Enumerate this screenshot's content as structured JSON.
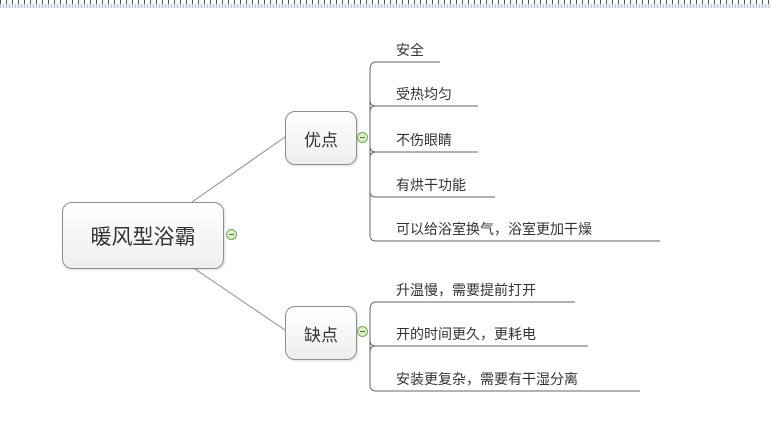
{
  "ruler": {
    "visible": true
  },
  "root": {
    "label": "暖风型浴霸",
    "collapse_icon": "minus-circle-icon"
  },
  "branches": [
    {
      "label": "优点",
      "collapse_icon": "minus-circle-icon",
      "children": [
        {
          "label": "安全"
        },
        {
          "label": "受热均匀"
        },
        {
          "label": "不伤眼睛"
        },
        {
          "label": "有烘干功能"
        },
        {
          "label": "可以给浴室换气，浴室更加干燥"
        }
      ]
    },
    {
      "label": "缺点",
      "collapse_icon": "minus-circle-icon",
      "children": [
        {
          "label": "升温慢，需要提前打开"
        },
        {
          "label": "开的时间更久，更耗电"
        },
        {
          "label": "安装更复杂，需要有干湿分离"
        }
      ]
    }
  ],
  "colors": {
    "line": "#8a8a8a",
    "node_border": "#8d8d8d",
    "collapse_fill": "#dcefc8",
    "collapse_border": "#7aa35e"
  }
}
